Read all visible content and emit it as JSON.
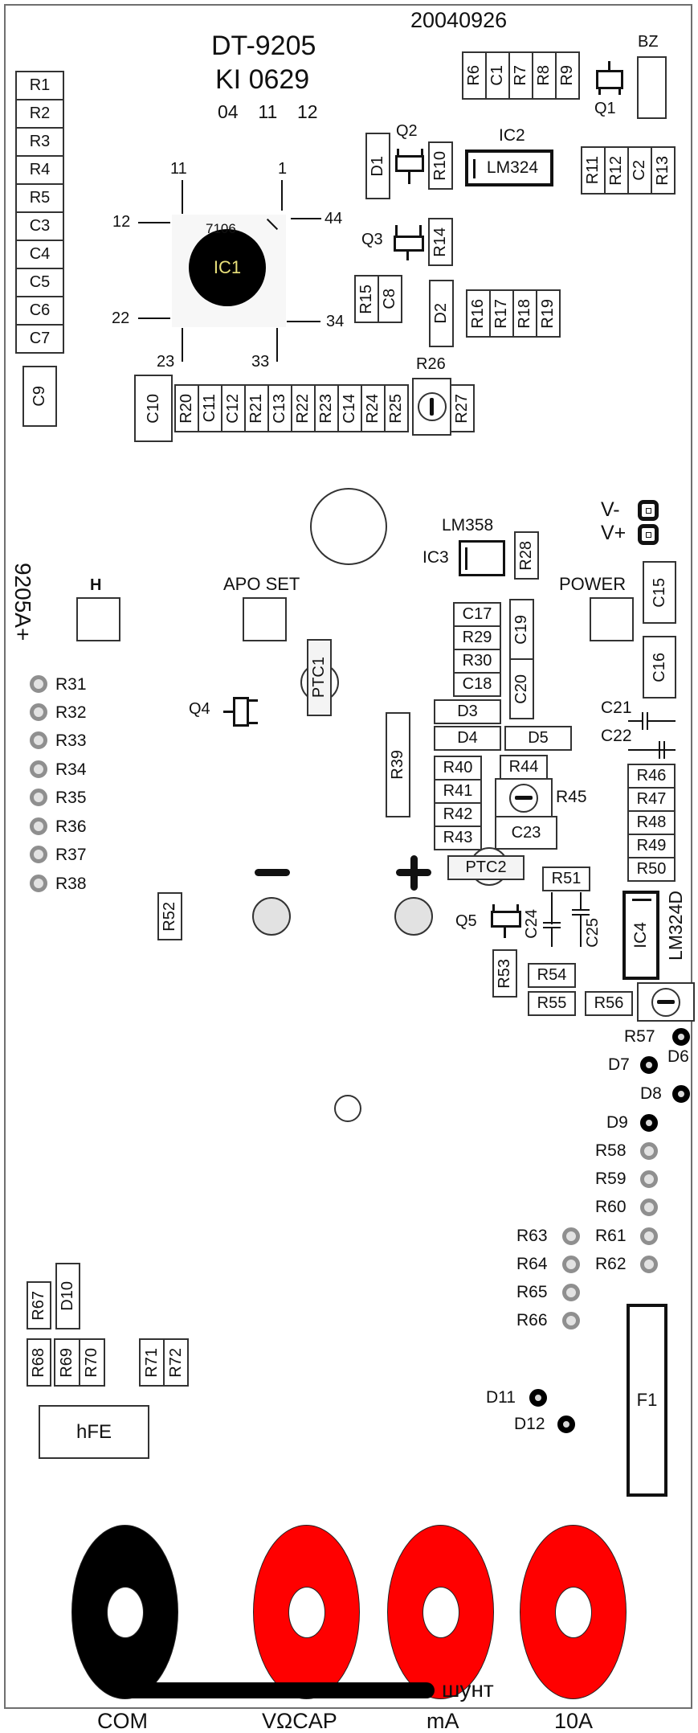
{
  "header": {
    "model": "DT-9205",
    "code": "KI 0629",
    "date_numbers": "04  11  12",
    "board_date": "20040926"
  },
  "side_label": "9205A+",
  "left_column": [
    "R1",
    "R2",
    "R3",
    "R4",
    "R5",
    "C3",
    "C4",
    "C5",
    "C6",
    "C7"
  ],
  "c9": "C9",
  "ic1": {
    "label": "IC1",
    "chip": "7106",
    "pins": {
      "p11": "11",
      "p1": "1",
      "p12": "12",
      "p44": "44",
      "p22": "22",
      "p34": "34",
      "p23": "23",
      "p33": "33"
    },
    "label_color": "#e8e07a"
  },
  "top_strip": [
    "R6",
    "C1",
    "R7",
    "R8",
    "R9"
  ],
  "q1": "Q1",
  "bz": "BZ",
  "d1": "D1",
  "q2": "Q2",
  "r10": "R10",
  "ic2": {
    "label": "IC2",
    "chip": "LM324"
  },
  "right_strip": [
    "R11",
    "R12",
    "C2",
    "R13"
  ],
  "q3": "Q3",
  "r14": "R14",
  "r15_c8": [
    "R15",
    "C8"
  ],
  "d2": "D2",
  "r16_strip": [
    "R16",
    "R17",
    "R18",
    "R19"
  ],
  "c10": "C10",
  "bottom_strip": [
    "R20",
    "C11",
    "C12",
    "R21",
    "C13",
    "R22",
    "R23",
    "C14",
    "R24",
    "R25"
  ],
  "r26": "R26",
  "r27": "R27",
  "buttons": {
    "hold": "H",
    "apo": "APO SET",
    "power": "POWER"
  },
  "ic3": {
    "label": "IC3",
    "chip": "LM358"
  },
  "r28": "R28",
  "battery": {
    "vminus": "V-",
    "vplus": "V+"
  },
  "c15": "C15",
  "c16": "C16",
  "mid_strip": [
    "C17",
    "R29",
    "R30",
    "C18"
  ],
  "c19": "C19",
  "c20": "C20",
  "ptc1": "PTC1",
  "q4": "Q4",
  "left_pads": [
    "R31",
    "R32",
    "R33",
    "R34",
    "R35",
    "R36",
    "R37",
    "R38"
  ],
  "d3": "D3",
  "d4": "D4",
  "d5": "D5",
  "c21": "C21",
  "c22": "C22",
  "r39": "R39",
  "r40_strip": [
    "R40",
    "R41",
    "R42",
    "R43"
  ],
  "r44": "R44",
  "r45": "R45",
  "c23": "C23",
  "r46_strip": [
    "R46",
    "R47",
    "R48",
    "R49",
    "R50"
  ],
  "polarity": {
    "minus": "−",
    "plus": "+"
  },
  "ptc2": "PTC2",
  "r51": "R51",
  "r52": "R52",
  "q5": "Q5",
  "c24": "C24",
  "c25": "C25",
  "ic4": {
    "label": "IC4",
    "chip": "LM324D"
  },
  "r53": "R53",
  "r54": "R54",
  "r55": "R55",
  "r56": "R56",
  "right_pads_black": [
    {
      "label": "R57"
    },
    {
      "label": "D6"
    },
    {
      "label": "D7"
    },
    {
      "label": "D8"
    },
    {
      "label": "D9"
    }
  ],
  "right_pads_gray": [
    "R58",
    "R59",
    "R60",
    "R61",
    "R62"
  ],
  "mid_pads_gray": [
    "R63",
    "R64",
    "R65",
    "R66"
  ],
  "d11": "D11",
  "d12": "D12",
  "f1": "F1",
  "r67": "R67",
  "d10": "D10",
  "low_strip_a": [
    "R68",
    "R69",
    "R70"
  ],
  "low_strip_b": [
    "R71",
    "R72"
  ],
  "hfe": "hFE",
  "jacks": [
    {
      "label": "COM",
      "color": "#000000"
    },
    {
      "label": "VΩCAP",
      "color": "#ff0000"
    },
    {
      "label": "mA",
      "color": "#ff0000"
    },
    {
      "label": "10A",
      "color": "#ff0000"
    }
  ],
  "shunt": "шунт"
}
